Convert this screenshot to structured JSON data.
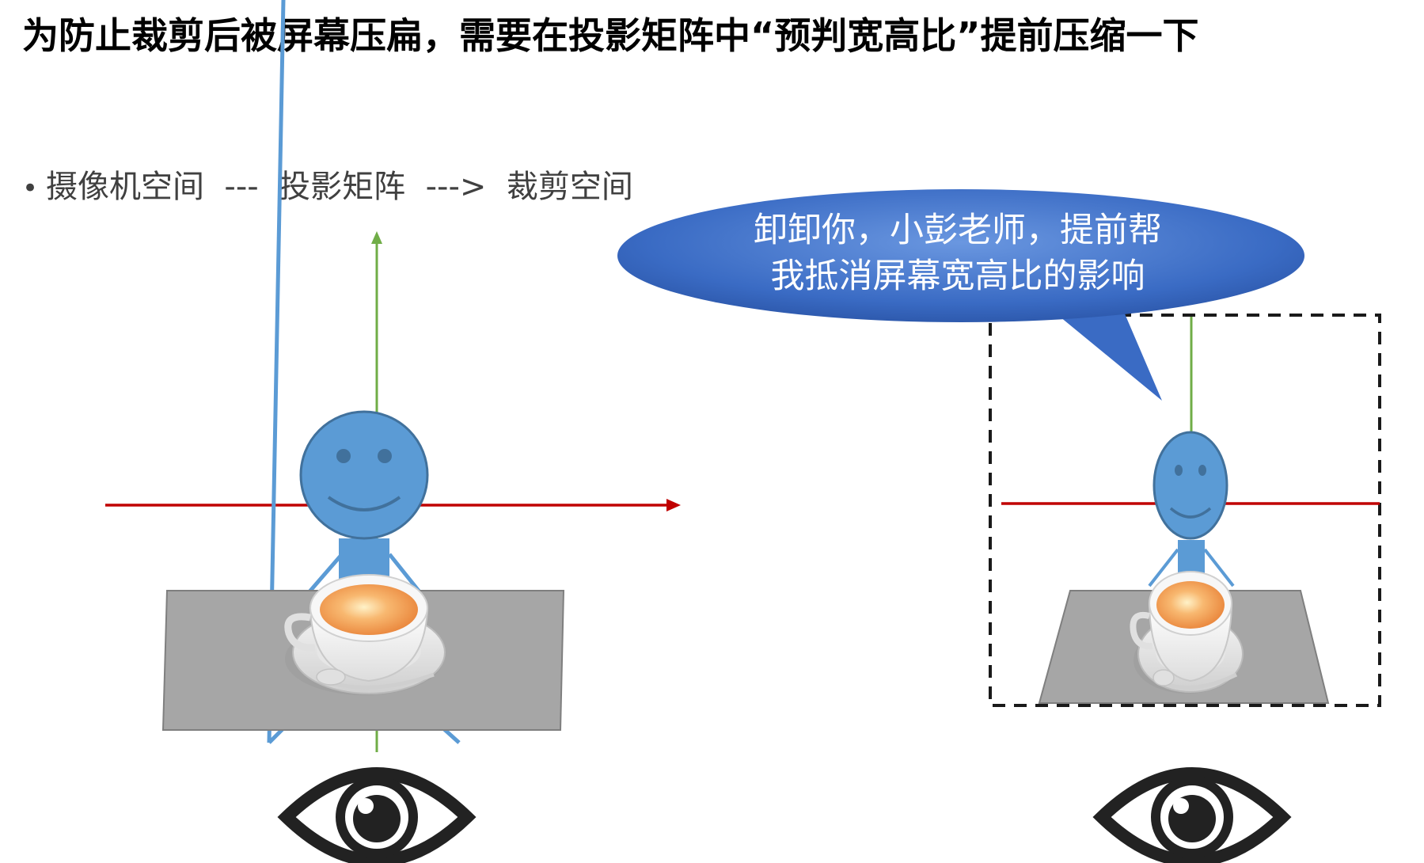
{
  "title": "为防止裁剪后被屏幕压扁，需要在投影矩阵中“预判宽高比”提前压缩一下",
  "bullet": {
    "marker": "•",
    "text": "摄像机空间  ---  投影矩阵  --->  裁剪空间"
  },
  "speech_bubble": {
    "line1": "卸卸你，小彭老师，提前帮",
    "line2": "我抵消屏幕宽高比的影响"
  },
  "colors": {
    "up_axis": "#70ad47",
    "right_axis": "#c00000",
    "figure": "#5b9bd5",
    "figure_outline": "#41719c",
    "table": "#a6a6a6",
    "bubble": "#3a6bc4",
    "eye": "#222222",
    "tea": "#f4a460"
  }
}
